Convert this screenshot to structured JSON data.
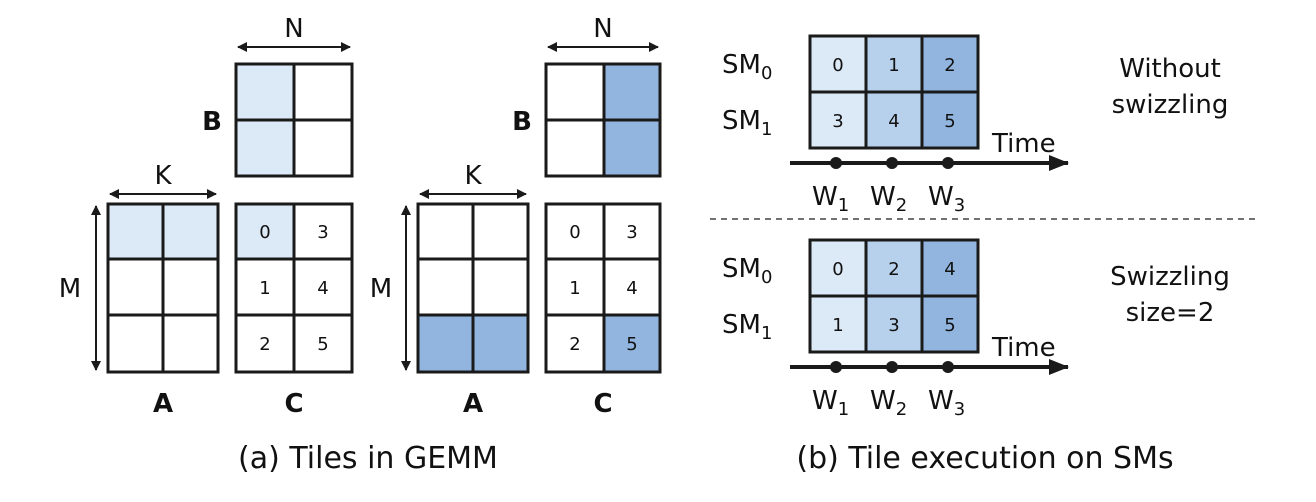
{
  "colors": {
    "light": "#dce9f7",
    "medium": "#b7d0ec",
    "dark": "#92b5e0",
    "stroke": "#1a1a1a"
  },
  "panel_a": {
    "caption": "(a)  Tiles in GEMM",
    "left": {
      "label_n": "N",
      "label_k": "K",
      "label_m": "M",
      "label_a": "A",
      "label_b": "B",
      "label_c": "C",
      "c_cells": [
        "0",
        "3",
        "1",
        "4",
        "2",
        "5"
      ],
      "highlight": {
        "a_rows": [
          0
        ],
        "b_cols": [
          0
        ],
        "c_cells": [
          0
        ]
      }
    },
    "right": {
      "label_n": "N",
      "label_k": "K",
      "label_m": "M",
      "label_a": "A",
      "label_b": "B",
      "label_c": "C",
      "c_cells": [
        "0",
        "3",
        "1",
        "4",
        "2",
        "5"
      ],
      "highlight": {
        "a_rows": [
          2
        ],
        "b_cols": [
          1
        ],
        "c_cells": [
          5
        ]
      }
    }
  },
  "panel_b": {
    "caption": "(b) Tile execution on SMs",
    "top": {
      "sm0": "SM",
      "sm0_sub": "0",
      "sm1": "SM",
      "sm1_sub": "1",
      "row0": [
        "0",
        "1",
        "2"
      ],
      "row1": [
        "3",
        "4",
        "5"
      ],
      "time_label": "Time",
      "waves": [
        {
          "w": "W",
          "sub": "1"
        },
        {
          "w": "W",
          "sub": "2"
        },
        {
          "w": "W",
          "sub": "3"
        }
      ],
      "side_line1": "Without",
      "side_line2": "swizzling"
    },
    "bottom": {
      "sm0": "SM",
      "sm0_sub": "0",
      "sm1": "SM",
      "sm1_sub": "1",
      "row0": [
        "0",
        "2",
        "4"
      ],
      "row1": [
        "1",
        "3",
        "5"
      ],
      "time_label": "Time",
      "waves": [
        {
          "w": "W",
          "sub": "1"
        },
        {
          "w": "W",
          "sub": "2"
        },
        {
          "w": "W",
          "sub": "3"
        }
      ],
      "side_line1": "Swizzling",
      "side_line2": "size=2"
    }
  }
}
